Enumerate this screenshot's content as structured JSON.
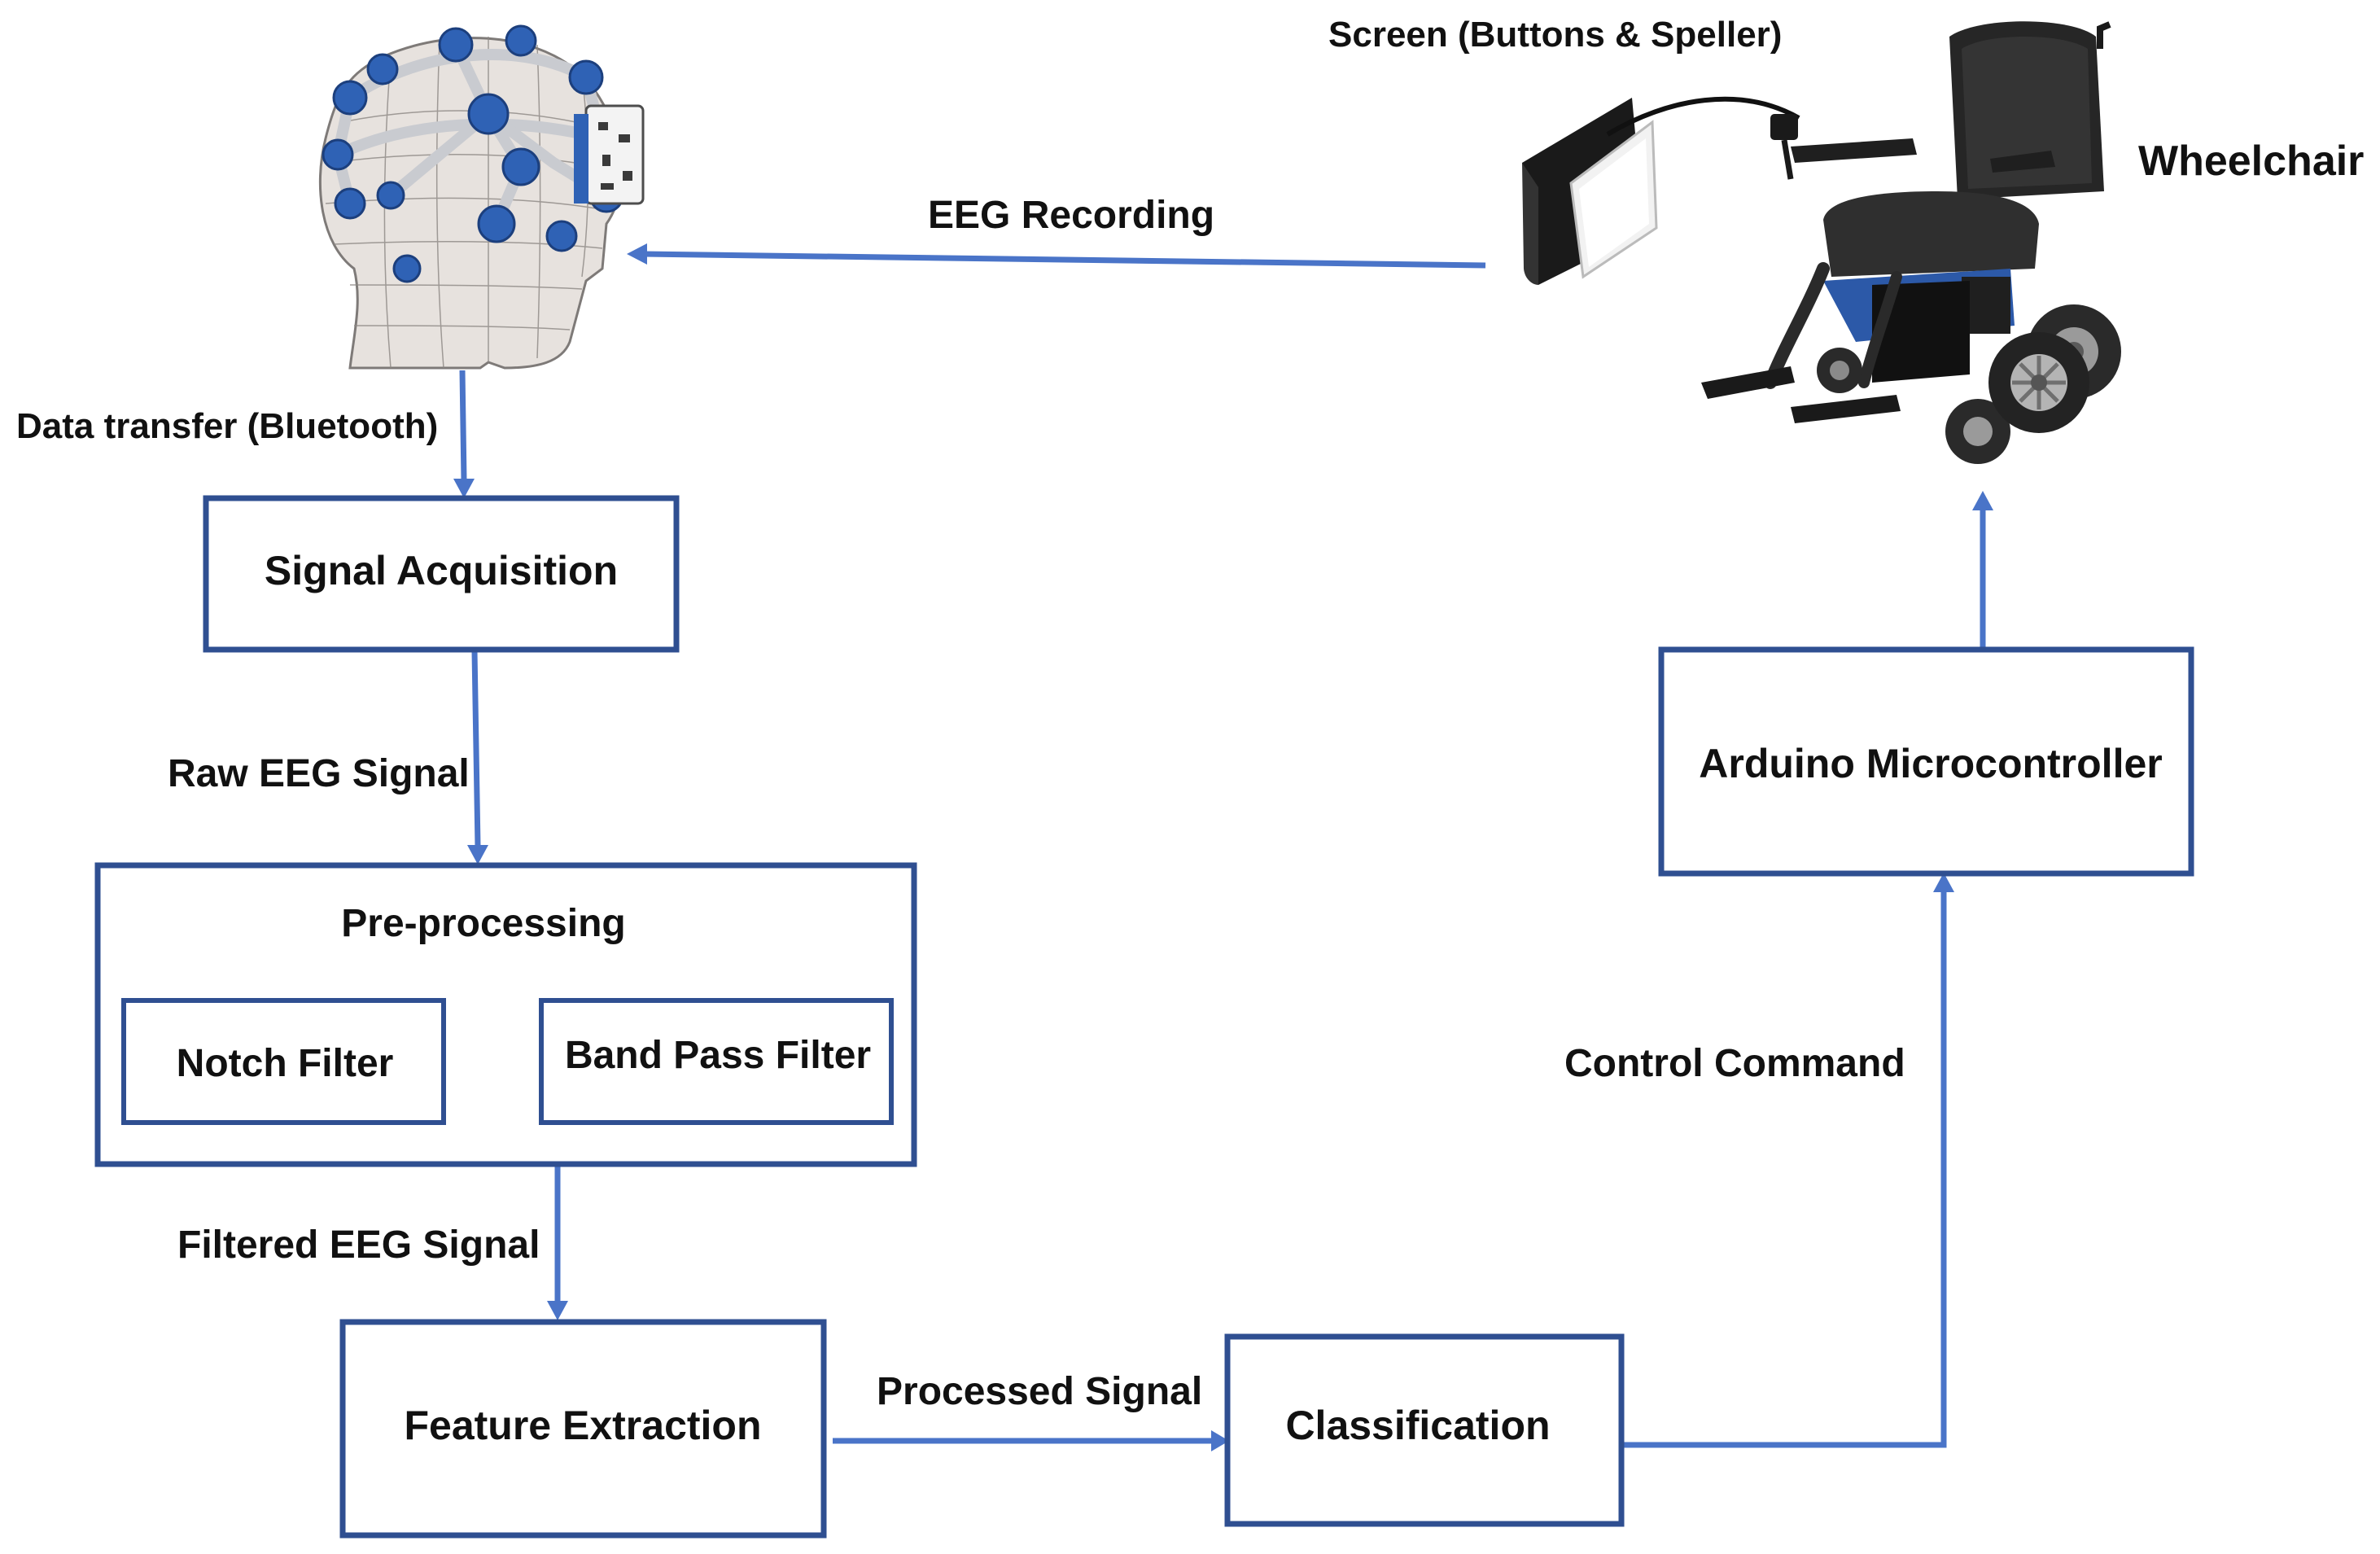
{
  "diagram": {
    "blocks": {
      "signal_acquisition": "Signal Acquisition",
      "preprocessing": "Pre-processing",
      "notch_filter": "Notch Filter",
      "band_pass_filter": "Band Pass Filter",
      "feature_extraction": "Feature Extraction",
      "classification": "Classification",
      "arduino": "Arduino Microcontroller"
    },
    "edges": {
      "data_transfer": "Data transfer (Bluetooth)",
      "raw_eeg": "Raw EEG Signal",
      "filtered_eeg": "Filtered EEG Signal",
      "processed_signal": "Processed Signal",
      "control_command": "Control Command",
      "eeg_recording": "EEG Recording"
    },
    "devices": {
      "screen": "Screen (Buttons & Speller)",
      "wheelchair": "Wheelchair",
      "headset_icon": "eeg-headset-icon",
      "screen_icon": "screen-icon",
      "wheelchair_icon": "wheelchair-icon"
    },
    "colors": {
      "box_border": "#2f4f91",
      "arrow": "#4a74c8",
      "headset_node": "#2f62b5",
      "wheelchair_frame": "#2c59a8"
    }
  }
}
